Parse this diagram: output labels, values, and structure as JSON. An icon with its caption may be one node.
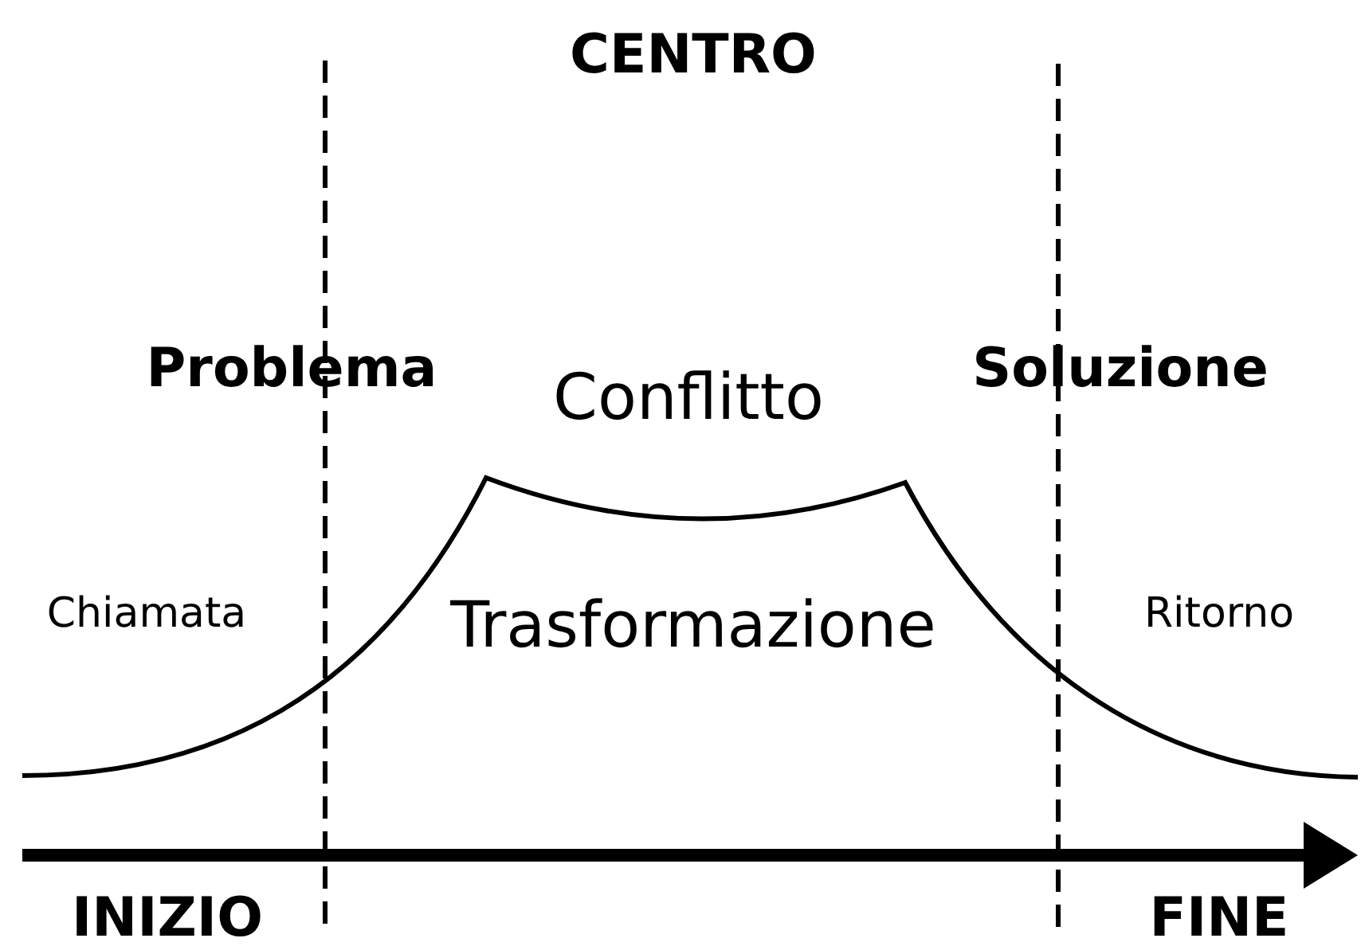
{
  "diagram": {
    "labels": [
      "CENTRO",
      "Problema",
      "Conflitto",
      "Soluzione",
      "Chiamata",
      "Trasformazione",
      "Ritorno",
      "INIZIO",
      "FINE"
    ]
  }
}
